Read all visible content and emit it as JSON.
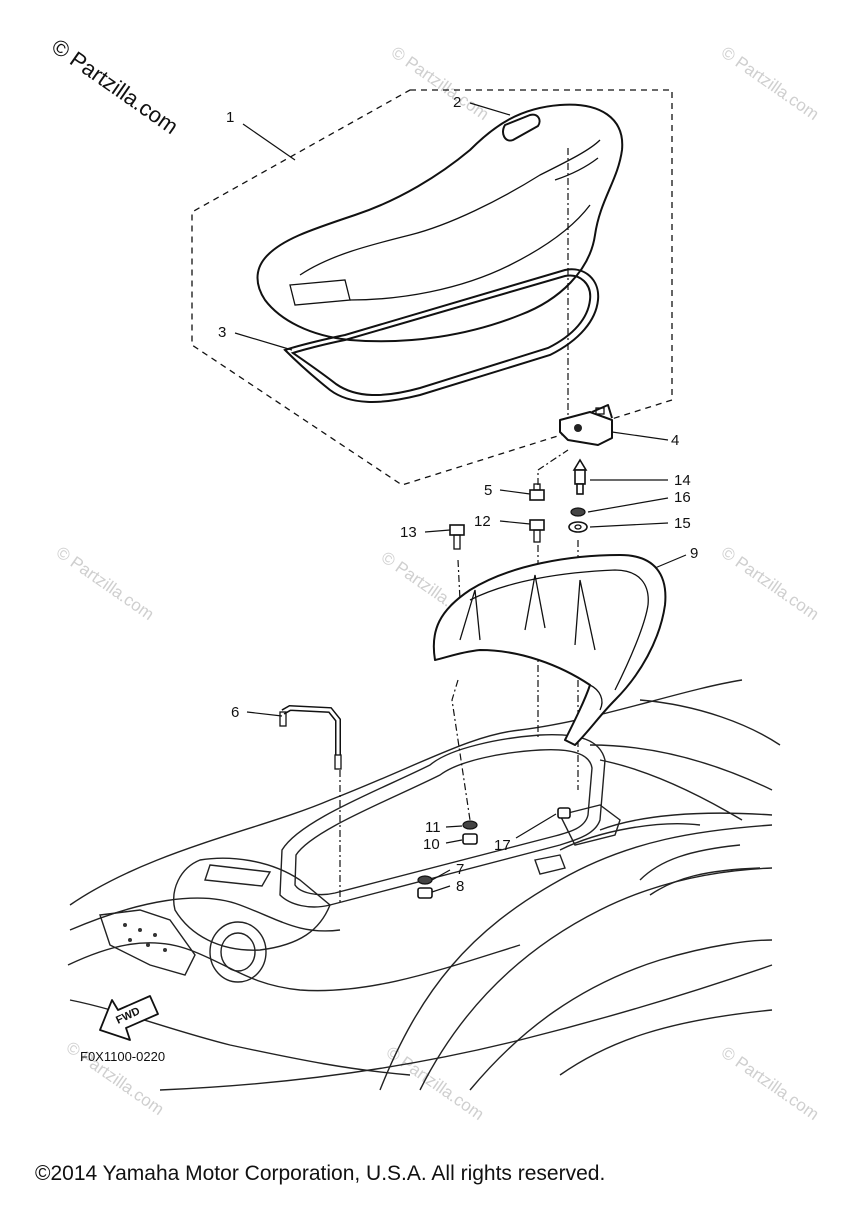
{
  "watermark_main": "© Partzilla.com",
  "watermark_small": "© Partzilla.com",
  "diagram_code": "F0X1100-0220",
  "fwd_label": "FWD",
  "copyright": "©2014 Yamaha Motor Corporation, U.S.A. All rights reserved.",
  "callouts": [
    "1",
    "2",
    "3",
    "4",
    "5",
    "6",
    "7",
    "8",
    "9",
    "10",
    "11",
    "12",
    "13",
    "14",
    "15",
    "16",
    "17"
  ]
}
